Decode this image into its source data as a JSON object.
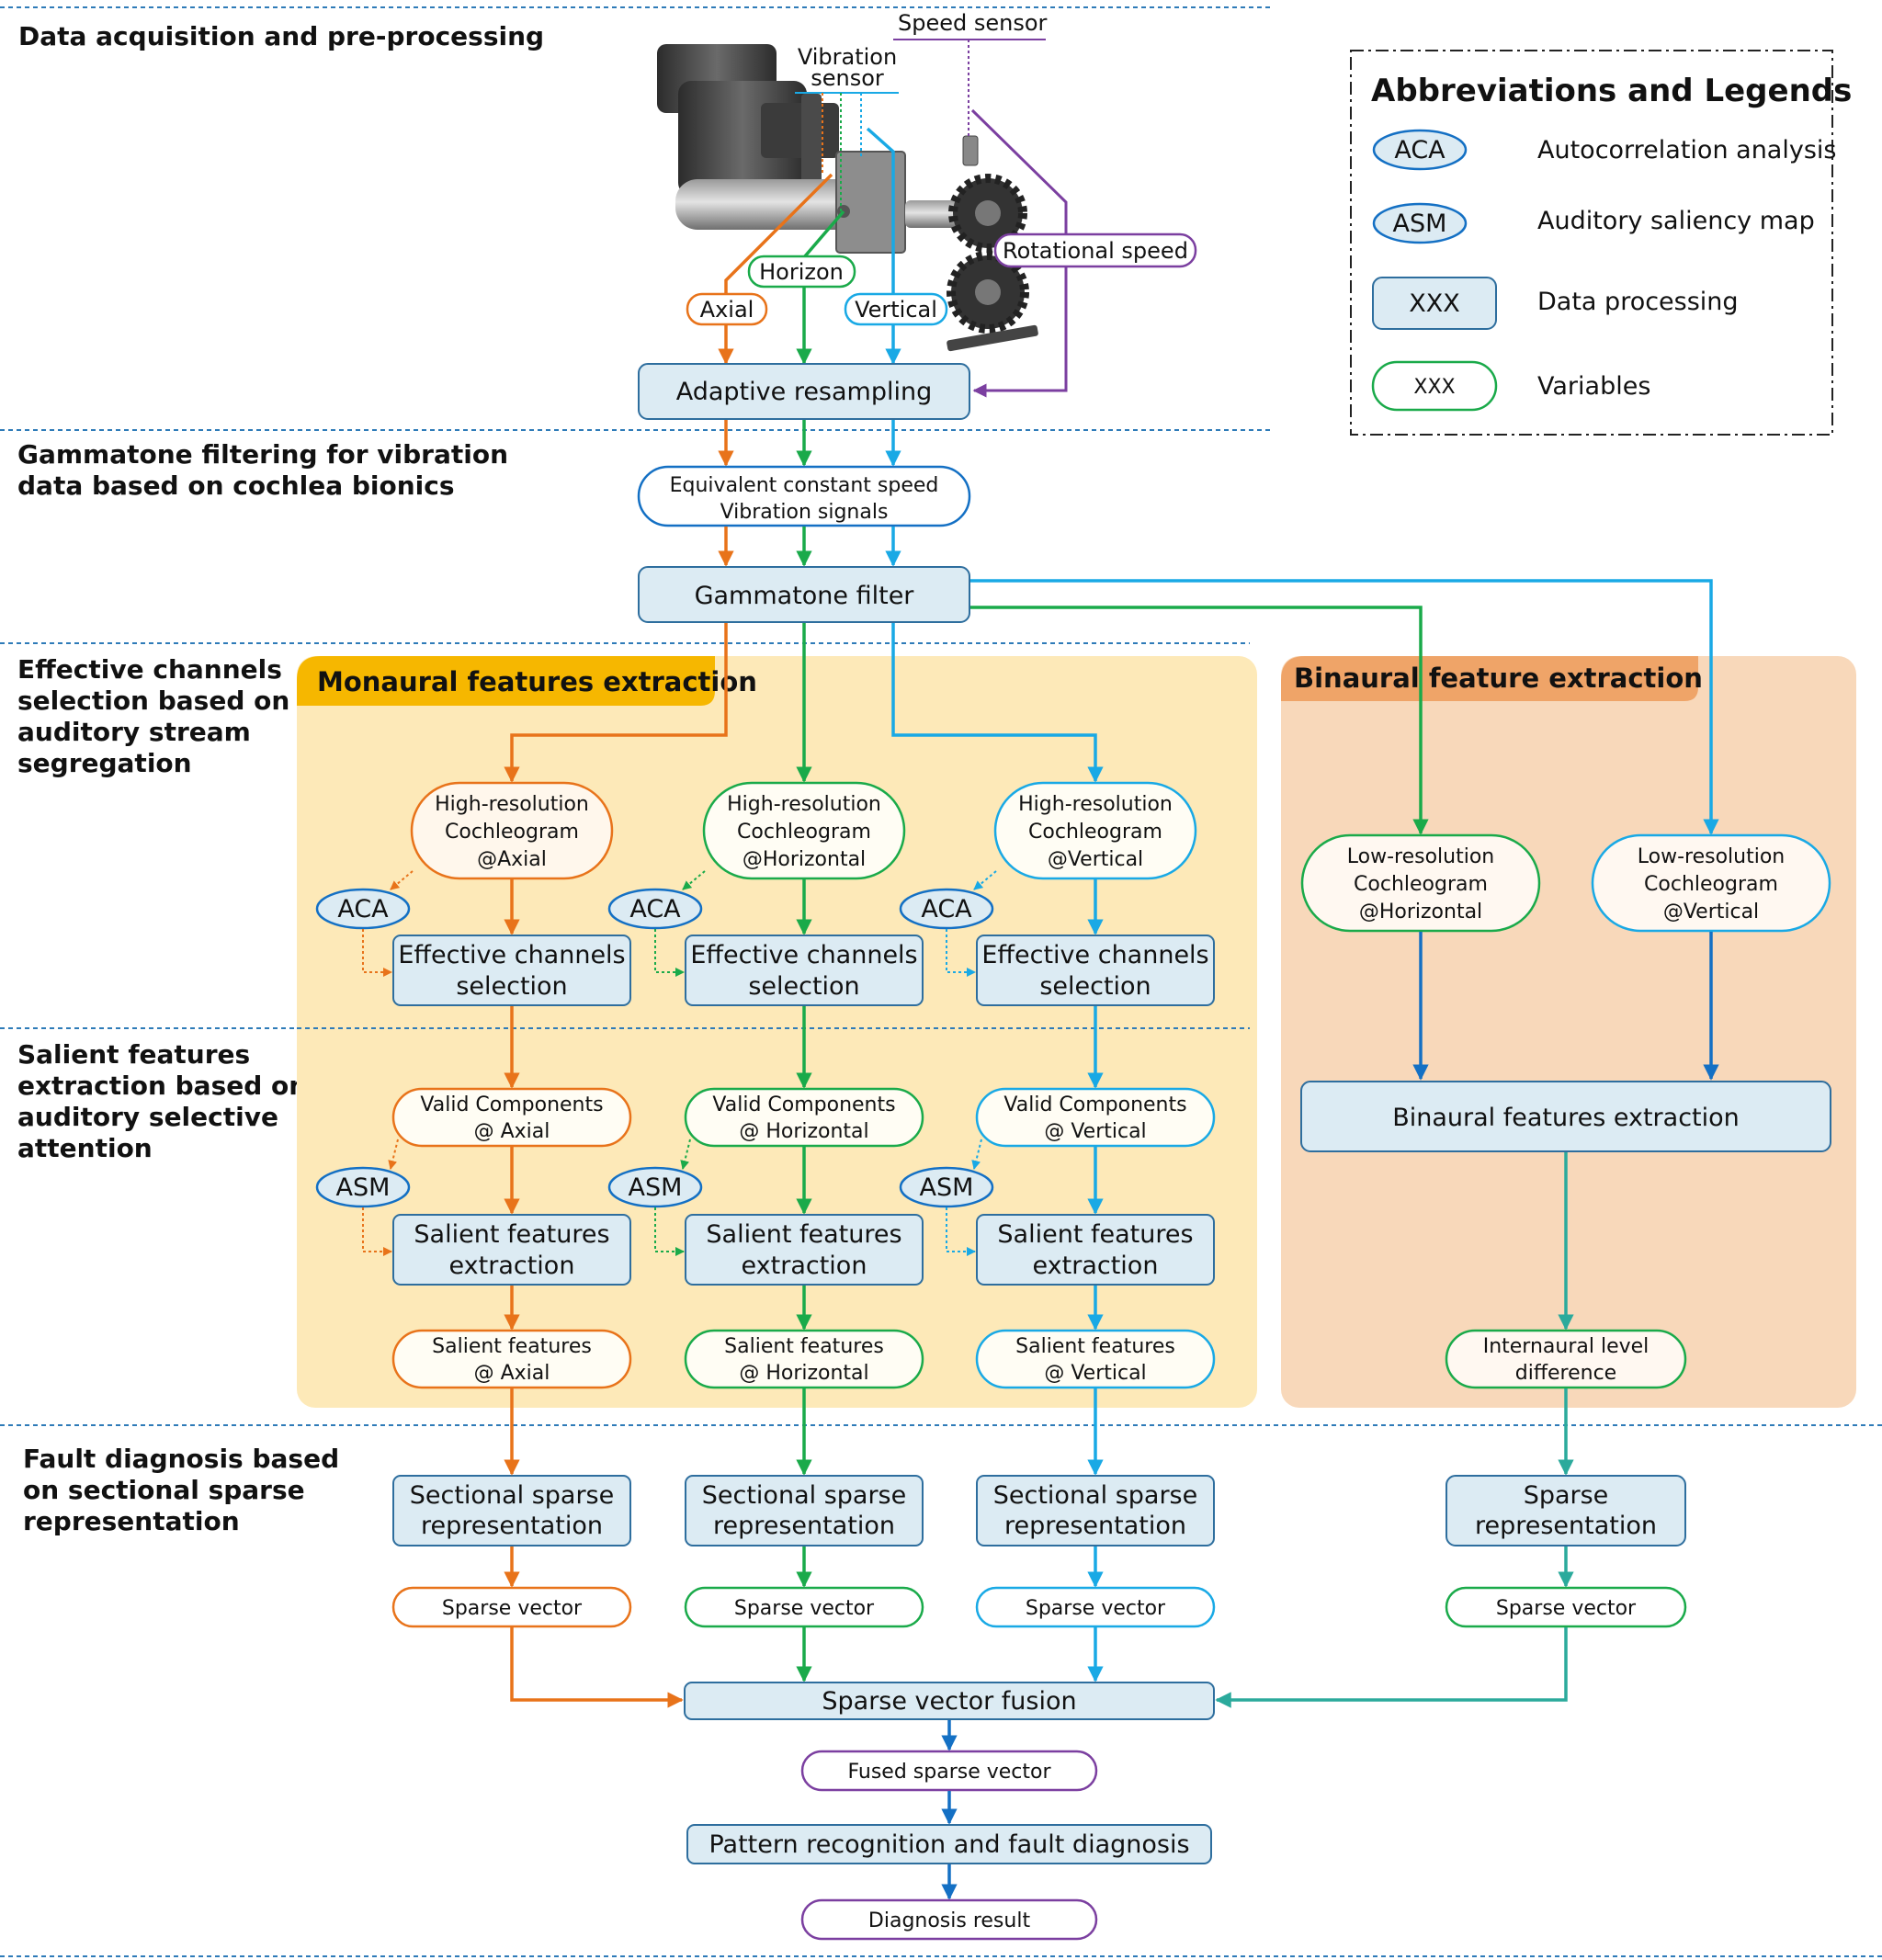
{
  "stages": {
    "s1": "Data acquisition and pre-processing",
    "s2_l1": "Gammatone filtering for vibration",
    "s2_l2": "data based on cochlea bionics",
    "s3_l1": "Effective channels",
    "s3_l2": "selection based on",
    "s3_l3": "auditory stream",
    "s3_l4": "segregation",
    "s4_l1": "Salient features",
    "s4_l2": "extraction based on",
    "s4_l3": "auditory selective",
    "s4_l4": "attention",
    "s5_l1": "Fault diagnosis based",
    "s5_l2": "on sectional sparse",
    "s5_l3": "representation"
  },
  "sensors": {
    "speed": "Speed sensor",
    "vibration_l1": "Vibration",
    "vibration_l2": "sensor",
    "axial": "Axial",
    "horizon": "Horizon",
    "vertical": "Vertical",
    "rotational": "Rotational speed"
  },
  "legend": {
    "title": "Abbreviations and Legends",
    "aca_abbr": "ACA",
    "aca_desc": "Autocorrelation analysis",
    "asm_abbr": "ASM",
    "asm_desc": "Auditory saliency map",
    "proc_abbr": "XXX",
    "proc_desc": "Data processing",
    "var_abbr": "XXX",
    "var_desc": "Variables"
  },
  "top": {
    "adaptive": "Adaptive resampling",
    "equiv_l1": "Equivalent constant speed",
    "equiv_l2": "Vibration signals",
    "gammatone": "Gammatone filter"
  },
  "panels": {
    "monaural": "Monaural features extraction",
    "binaural": "Binaural feature extraction"
  },
  "mono": {
    "hr_l1": "High-resolution",
    "hr_l2": "Cochleogram",
    "aca": "ACA",
    "asm": "ASM",
    "ecs_l1": "Effective channels",
    "ecs_l2": "selection",
    "vc_l1": "Valid Components",
    "sfe_l1": "Salient features",
    "sfe_l2": "extraction",
    "sf_l1": "Salient features",
    "ssr_l1": "Sectional sparse",
    "ssr_l2": "representation",
    "sv": "Sparse vector",
    "cols": [
      {
        "at": "@Axial",
        "at2": "@ Axial"
      },
      {
        "at": "@Horizontal",
        "at2": "@ Horizontal"
      },
      {
        "at": "@Vertical",
        "at2": "@ Vertical"
      }
    ]
  },
  "bin": {
    "lr_l1": "Low-resolution",
    "lr_l2": "Cochleogram",
    "lr_h": "@Horizontal",
    "lr_v": "@Vertical",
    "bfe": "Binaural features extraction",
    "ild_l1": "Internaural level",
    "ild_l2": "difference",
    "sr_l1": "Sparse",
    "sr_l2": "representation",
    "sv": "Sparse vector"
  },
  "bottom": {
    "fusion": "Sparse vector fusion",
    "fused": "Fused sparse vector",
    "pattern": "Pattern recognition and fault diagnosis",
    "result": "Diagnosis result"
  },
  "colors": {
    "axial": "#E8731A",
    "horizontal": "#1AAA4A",
    "vertical": "#19A9E5",
    "speed": "#7B3FA0",
    "teal": "#2BAA9C",
    "darkblue": "#1470C4",
    "proc_fill": "#DCEBF3",
    "proc_stroke": "#2E6E9E",
    "mono_panel": "#FDE9B8",
    "mono_title": "#F6B700",
    "bin_panel": "#F8D8BA",
    "bin_title": "#EFA468",
    "divider": "#2E7BB8"
  }
}
